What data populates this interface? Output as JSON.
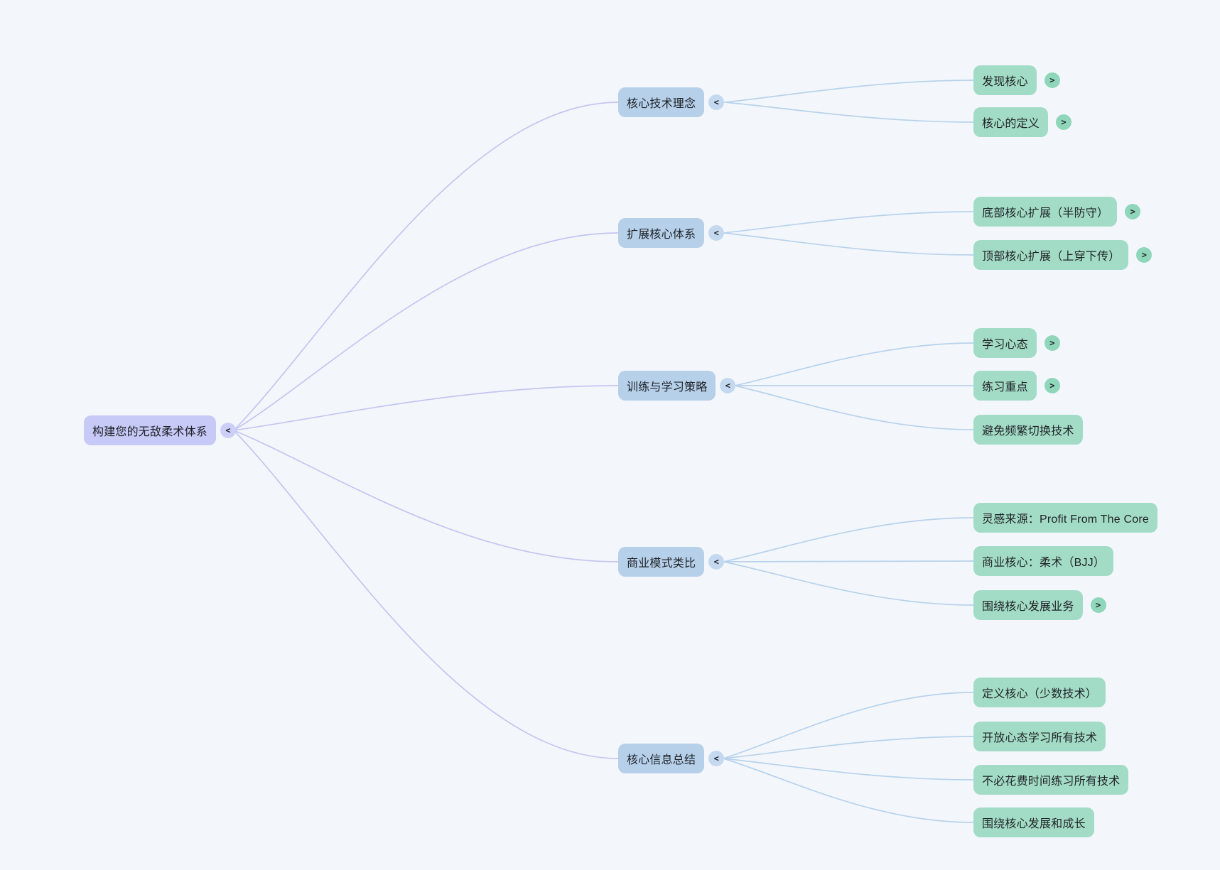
{
  "page": {
    "background": "#f3f7fc"
  },
  "glyphs": {
    "collapse": "<",
    "expand": ">"
  },
  "colors": {
    "page_bg": "#f3f7fc",
    "root_node": "#c7c9f7",
    "root_toggle": "#cdcff8",
    "branch_node": "#b6d0ea",
    "branch_toggle": "#c4d9ef",
    "leaf_node": "#a3dcc6",
    "leaf_toggle": "#8fd6ba",
    "edge_root": "#c4c5f1",
    "edge_branch": "#b7d2ec"
  },
  "mindmap": {
    "root": {
      "label": "构建您的无敌柔术体系",
      "collapsible": true
    },
    "branches": [
      {
        "label": "核心技术理念",
        "collapsible": true,
        "children": [
          {
            "label": "发现核心",
            "expandable": true
          },
          {
            "label": "核心的定义",
            "expandable": true
          }
        ]
      },
      {
        "label": "扩展核心体系",
        "collapsible": true,
        "children": [
          {
            "label": "底部核心扩展（半防守）",
            "expandable": true
          },
          {
            "label": "顶部核心扩展（上穿下传）",
            "expandable": true
          }
        ]
      },
      {
        "label": "训练与学习策略",
        "collapsible": true,
        "children": [
          {
            "label": "学习心态",
            "expandable": true
          },
          {
            "label": "练习重点",
            "expandable": true
          },
          {
            "label": "避免频繁切换技术",
            "expandable": false
          }
        ]
      },
      {
        "label": "商业模式类比",
        "collapsible": true,
        "children": [
          {
            "label": "灵感来源：Profit From The Core",
            "expandable": false
          },
          {
            "label": "商业核心：柔术（BJJ）",
            "expandable": false
          },
          {
            "label": "围绕核心发展业务",
            "expandable": true
          }
        ]
      },
      {
        "label": "核心信息总结",
        "collapsible": true,
        "children": [
          {
            "label": "定义核心（少数技术）",
            "expandable": false
          },
          {
            "label": "开放心态学习所有技术",
            "expandable": false
          },
          {
            "label": "不必花费时间练习所有技术",
            "expandable": false
          },
          {
            "label": "围绕核心发展和成长",
            "expandable": false
          }
        ]
      }
    ]
  }
}
